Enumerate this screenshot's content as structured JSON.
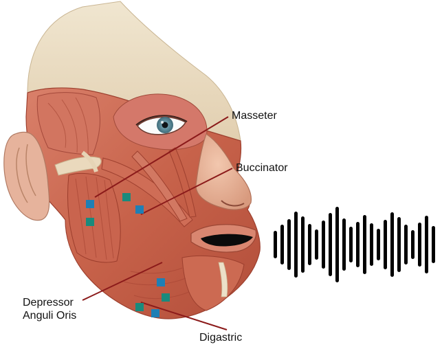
{
  "labels": {
    "masseter": "Masseter",
    "buccinator": "Buccinator",
    "depressor_line1": "Depressor",
    "depressor_line2": "Anguli Oris",
    "digastric": "Digastric"
  },
  "colors": {
    "leader_line": "#8b1a1a",
    "sensor_blue": "#1f7fb5",
    "sensor_teal": "#1a8a7c",
    "waveform": "#000000",
    "muscle": "#c8664c",
    "skin": "#e8b7a0",
    "fascia": "#ece0c8"
  },
  "illustration": {
    "subject": "facial-muscle-anatomy",
    "waveform_bar_count": 24
  }
}
